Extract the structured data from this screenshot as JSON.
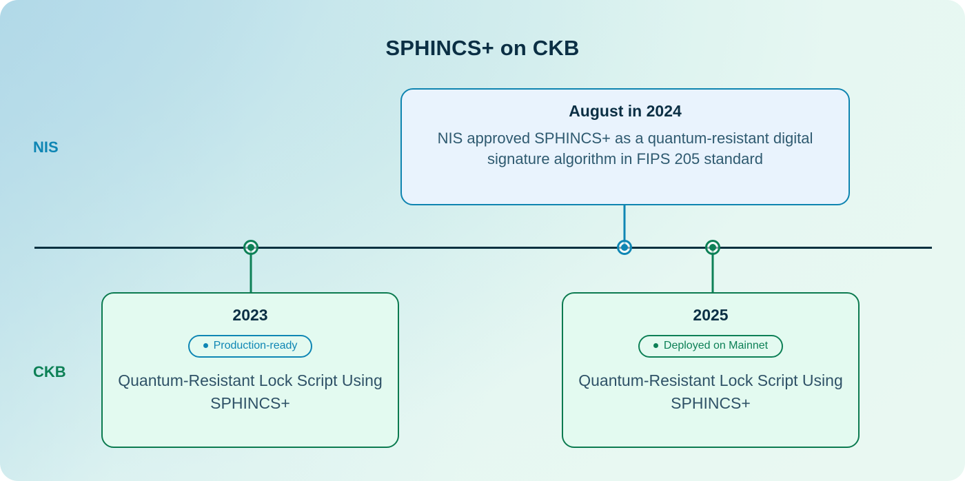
{
  "title": "SPHINCS+ on CKB",
  "rows": {
    "nis_label": "NIS",
    "ckb_label": "CKB"
  },
  "colors": {
    "nis_accent": "#0e86b4",
    "ckb_accent": "#0d8056",
    "axis": "#04303f",
    "title_text": "#0b2f44",
    "nis_card_bg": "#e9f3fd",
    "ckb_card_bg": "#e3faf0"
  },
  "axis": {
    "label": "timeline-axis"
  },
  "nis_event": {
    "heading": "August in 2024",
    "body": "NIS approved SPHINCS+ as a quantum-resistant digital signature algorithm in FIPS 205 standard",
    "marker": "timeline-marker-2024"
  },
  "ckb_events": [
    {
      "heading": "2023",
      "badge": "Production-ready",
      "badge_color": "blue",
      "body": "Quantum-Resistant Lock Script Using SPHINCS+",
      "marker": "timeline-marker-2023"
    },
    {
      "heading": "2025",
      "badge": "Deployed on Mainnet",
      "badge_color": "green",
      "body": "Quantum-Resistant Lock Script Using SPHINCS+",
      "marker": "timeline-marker-2025"
    }
  ]
}
